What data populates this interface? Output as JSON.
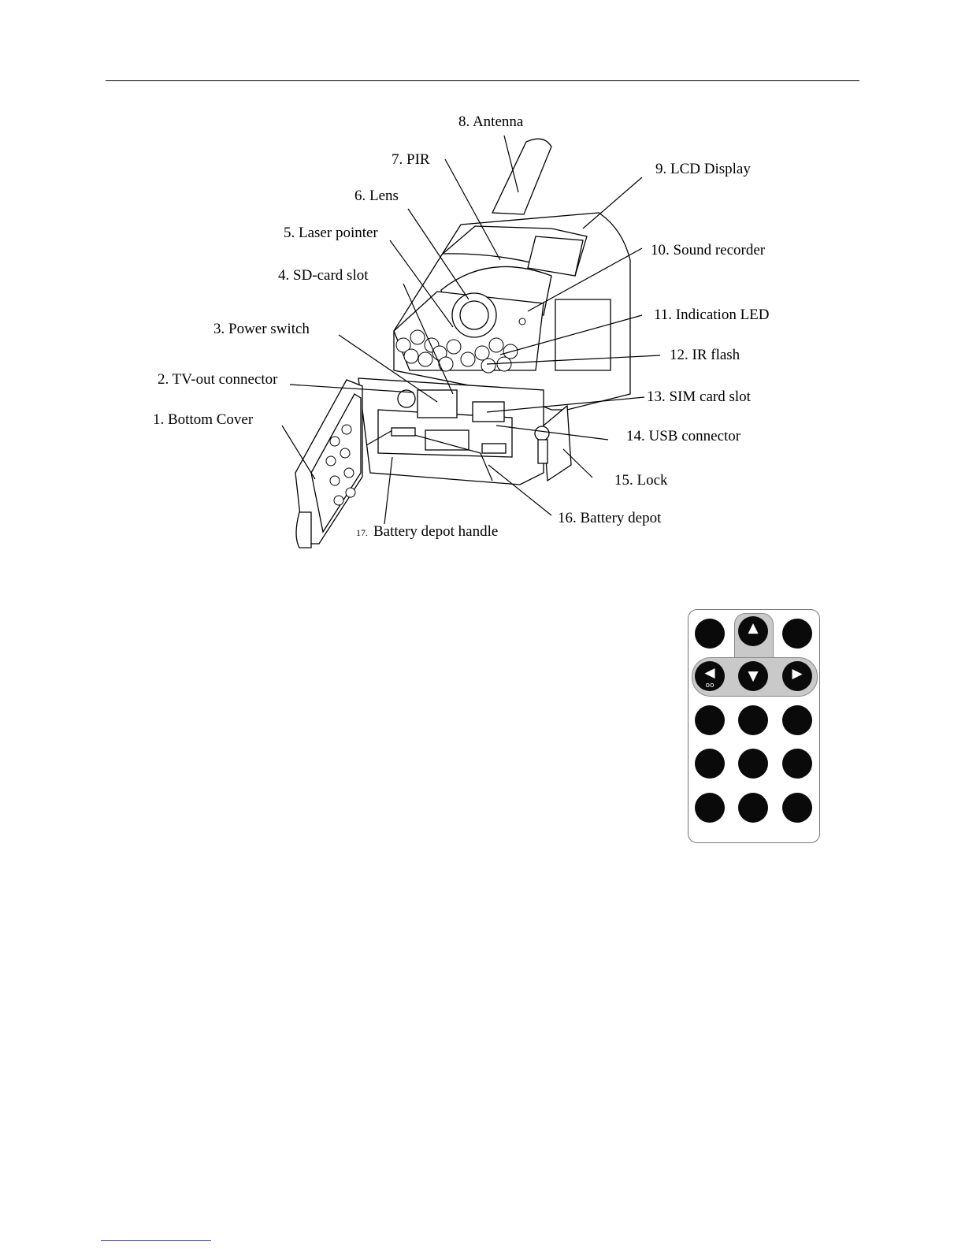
{
  "labels": {
    "l1": "1. Bottom Cover",
    "l2": "2. TV-out connector",
    "l3": "3. Power switch",
    "l4": "4. SD-card slot",
    "l5": "5. Laser pointer",
    "l6": "6. Lens",
    "l7": "7. PIR",
    "l8": "8. Antenna",
    "l9": "9. LCD Display",
    "l10": "10. Sound recorder",
    "l11": "11. Indication LED",
    "l12": "12. IR flash",
    "l13": "13. SIM card slot",
    "l14": "14. USB connector",
    "l15": "15. Lock",
    "l16": "16. Battery depot",
    "l17_num": "17.",
    "l17_text": "Battery depot handle"
  },
  "remote": {
    "up": "▲",
    "left": "◀",
    "left_sub": "oo",
    "down": "▼",
    "right": "▶"
  },
  "colors": {
    "footer_rule": "#2a3cb8",
    "pad_gray": "#c9c9c9",
    "button_black": "#0a0a0a"
  }
}
